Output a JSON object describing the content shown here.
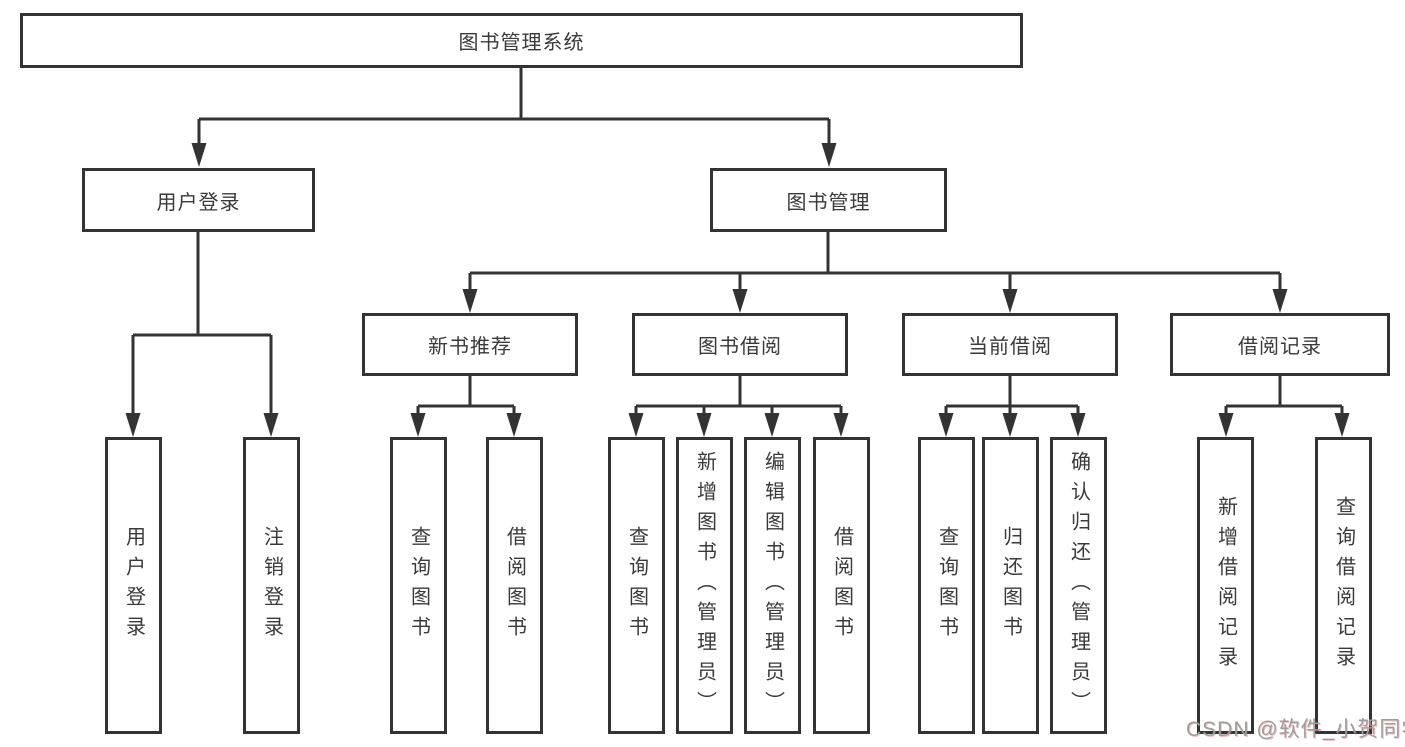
{
  "tree": {
    "root": "图书管理系统",
    "level2": [
      "用户登录",
      "图书管理"
    ],
    "level3": [
      "新书推荐",
      "图书借阅",
      "当前借阅",
      "借阅记录"
    ],
    "leaves": {
      "user_login": [
        "用户登录",
        "注销登录"
      ],
      "new_book_rec": [
        "查询图书",
        "借阅图书"
      ],
      "book_borrow": [
        "查询图书",
        "新增图书（管理员）",
        "编辑图书（管理员）",
        "借阅图书"
      ],
      "current_borrow": [
        "查询图书",
        "归还图书",
        "确认归还（管理员）"
      ],
      "borrow_records": [
        "新增借阅记录",
        "查询借阅记录"
      ]
    }
  },
  "colors": {
    "line": "#333333",
    "text": "#3a3a3a",
    "watermark": "#9d9d9d"
  },
  "watermark": {
    "text": "CSDN @软件_小贺同学"
  }
}
